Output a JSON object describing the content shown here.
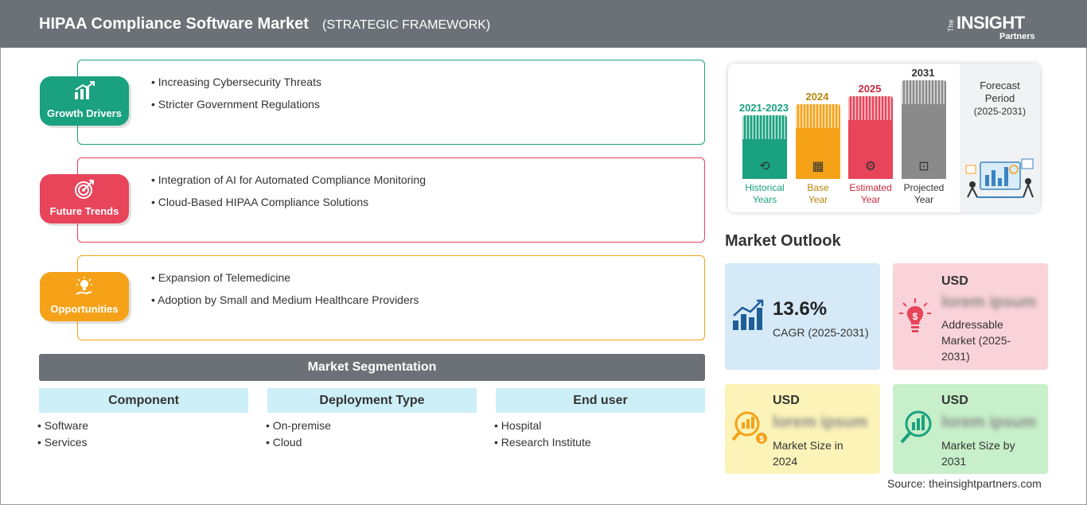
{
  "header": {
    "title": "HIPAA Compliance Software Market",
    "subtitle": "(STRATEGIC FRAMEWORK)",
    "logo_the": "The",
    "logo_main": "INSIGHT",
    "logo_sub": "Partners"
  },
  "strategy": [
    {
      "label": "Growth Drivers",
      "color": "#1aa17f",
      "icon": "growth-chart-icon",
      "items": [
        "Increasing Cybersecurity Threats",
        "Stricter Government Regulations"
      ]
    },
    {
      "label": "Future Trends",
      "color": "#e8445a",
      "icon": "target-icon",
      "items": [
        "Integration of AI for Automated Compliance Monitoring",
        "Cloud-Based HIPAA Compliance Solutions"
      ]
    },
    {
      "label": "Opportunities",
      "color": "#f5a219",
      "icon": "lightbulb-hand-icon",
      "items": [
        "Expansion of Telemedicine",
        "Adoption by Small and Medium Healthcare Providers"
      ]
    }
  ],
  "segmentation": {
    "title": "Market Segmentation",
    "columns": [
      {
        "header": "Component",
        "items": [
          "Software",
          "Services"
        ]
      },
      {
        "header": "Deployment Type",
        "items": [
          "On-premise",
          "Cloud"
        ]
      },
      {
        "header": "End user",
        "items": [
          "Hospital",
          "Research Institute"
        ]
      }
    ]
  },
  "timeline": {
    "periods": [
      {
        "year": "2021-2023",
        "label1": "Historical",
        "label2": "Years",
        "color": "#1aa17f",
        "icon": "history-icon"
      },
      {
        "year": "2024",
        "label1": "Base",
        "label2": "Year",
        "color": "#f5a219",
        "icon": "calendar-icon"
      },
      {
        "year": "2025",
        "label1": "Estimated",
        "label2": "Year",
        "color": "#e8445a",
        "icon": "estimate-icon"
      },
      {
        "year": "2031",
        "label1": "Projected",
        "label2": "Year",
        "color": "#8a8a8a",
        "icon": "presentation-icon"
      }
    ],
    "forecast_label_1": "Forecast",
    "forecast_label_2": "Period",
    "forecast_range": "(2025-2031)"
  },
  "outlook": {
    "title": "Market Outlook",
    "cagr": {
      "value": "13.6%",
      "label": "CAGR (2025-2031)",
      "color": "#d5e9f7"
    },
    "addressable": {
      "usd": "USD",
      "value": "lorem ipsum",
      "label": "Addressable Market (2025-2031)",
      "color": "#f9d3d9"
    },
    "size_2024": {
      "usd": "USD",
      "value": "lorem ipsum",
      "label": "Market Size in 2024",
      "color": "#fbf3b8"
    },
    "size_2031": {
      "usd": "USD",
      "value": "lorem ipsum",
      "label": "Market Size by 2031",
      "color": "#c7efc9"
    }
  },
  "source": "Source: theinsightpartners.com"
}
